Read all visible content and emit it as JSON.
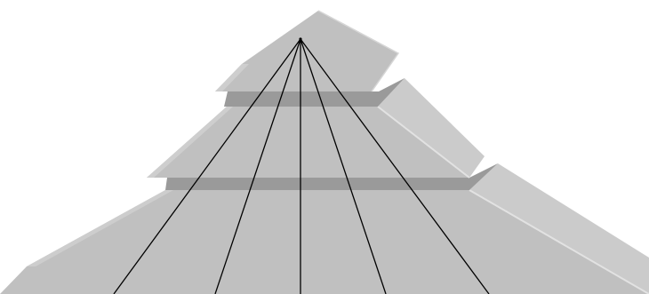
{
  "diagram": {
    "kind": "stepped-pyramid",
    "tiers": [
      {
        "name": "top-tier"
      },
      {
        "name": "middle-tier"
      },
      {
        "name": "bottom-tier"
      }
    ],
    "ray_count": 5,
    "colors": {
      "background": "#ffffff",
      "face": "#c0c0c0",
      "right_face": "#cbcbcb",
      "bevel": "#dedede",
      "step_shadow": "#9a9a9a",
      "rays": "#000000"
    }
  }
}
